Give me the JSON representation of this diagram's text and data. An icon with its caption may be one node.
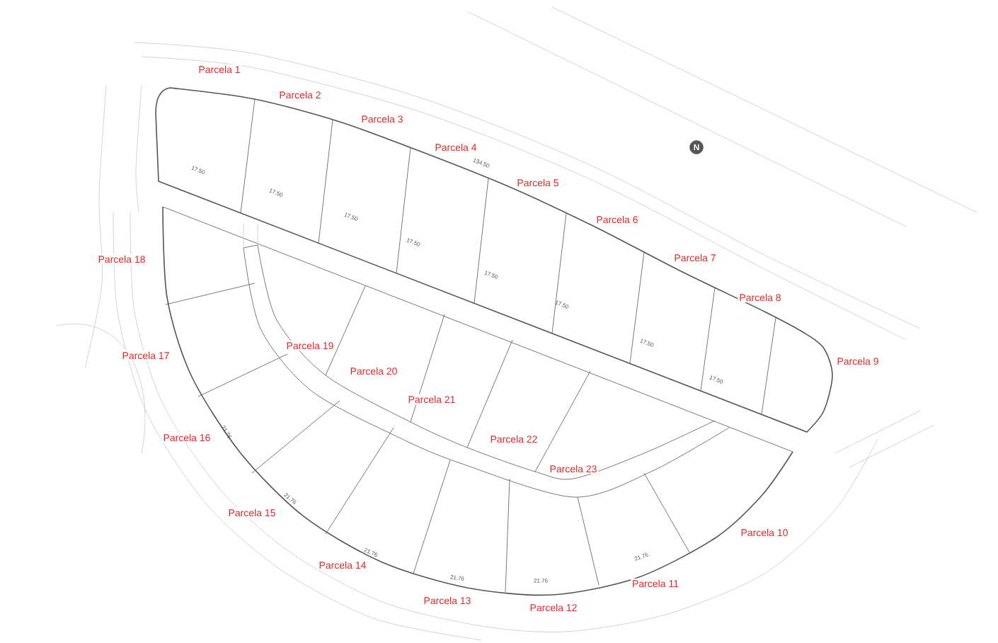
{
  "diagram": {
    "labels": [
      "Parcela 1",
      "Parcela 2",
      "Parcela 3",
      "Parcela 4",
      "Parcela 5",
      "Parcela 6",
      "Parcela 7",
      "Parcela 8",
      "Parcela 9",
      "Parcela 10",
      "Parcela 11",
      "Parcela 12",
      "Parcela 13",
      "Parcela 14",
      "Parcela 15",
      "Parcela 16",
      "Parcela 17",
      "Parcela 18",
      "Parcela 19",
      "Parcela 20",
      "Parcela 21",
      "Parcela 22",
      "Parcela 23",
      "N",
      "134.50",
      "17.50",
      "17.50",
      "17.50",
      "17.50",
      "17.50",
      "17.50",
      "17.50",
      "17.50",
      "21.76",
      "21.76",
      "21.76",
      "21.76",
      "21.76",
      "21.76"
    ]
  }
}
